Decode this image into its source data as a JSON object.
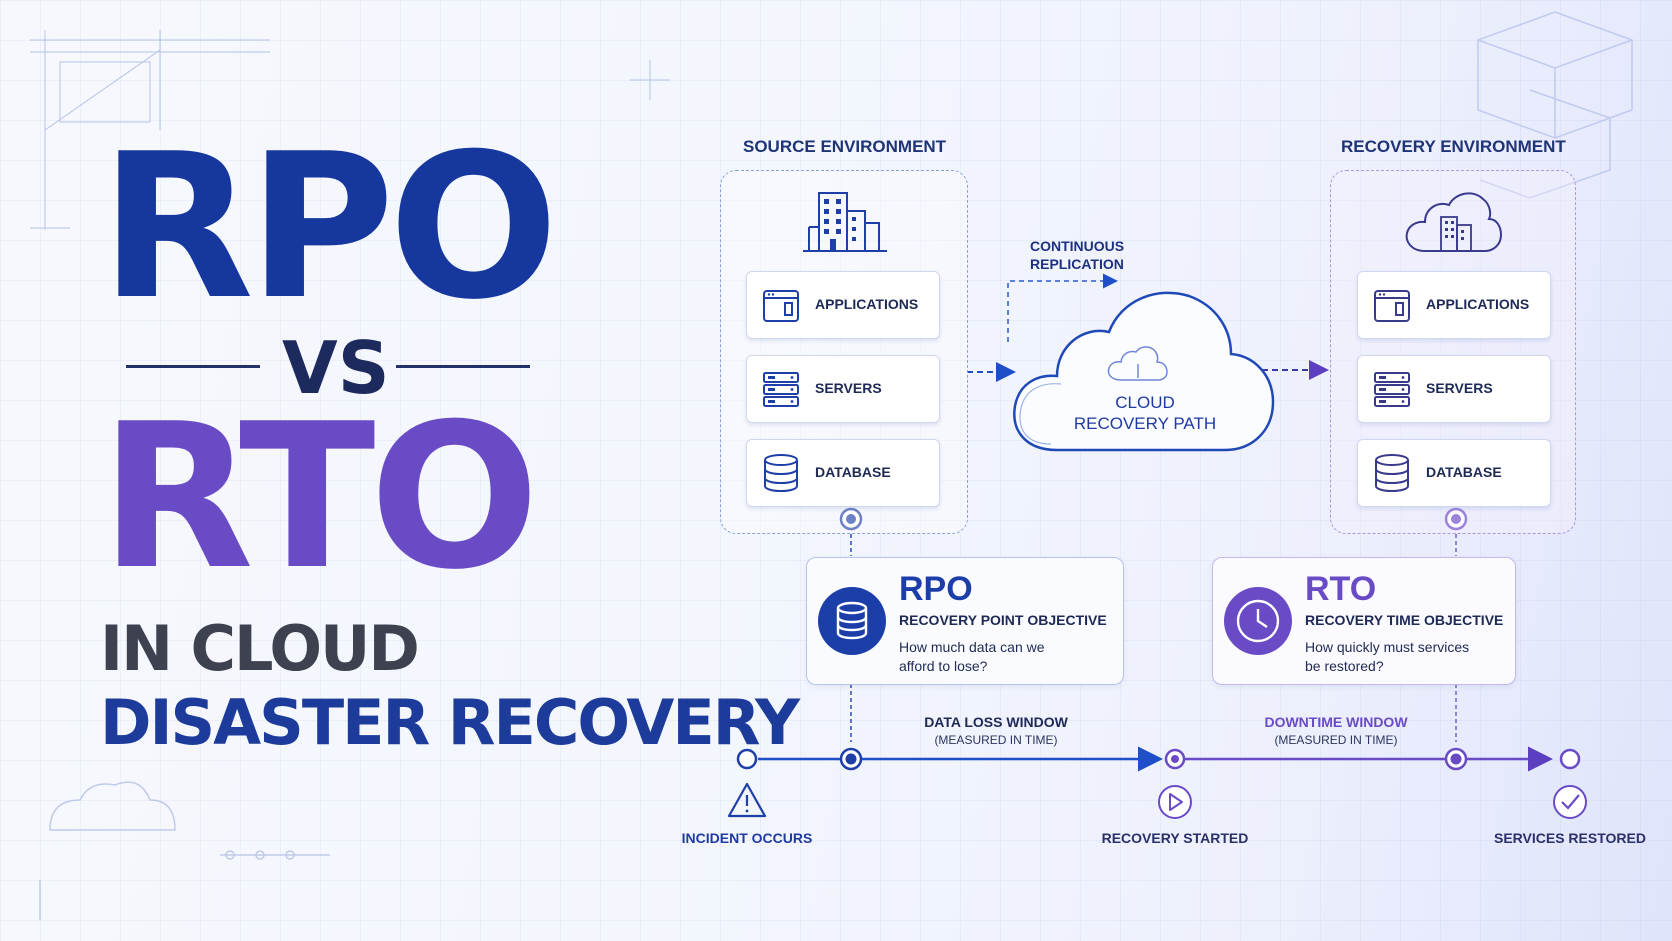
{
  "title": {
    "line1": "RPO",
    "vs": "VS",
    "line2": "RTO",
    "line3": "IN CLOUD",
    "line4": "DISASTER RECOVERY"
  },
  "source_env": {
    "title": "SOURCE ENVIRONMENT",
    "items": [
      {
        "label": "APPLICATIONS",
        "icon": "application-window-icon"
      },
      {
        "label": "SERVERS",
        "icon": "server-rack-icon"
      },
      {
        "label": "DATABASE",
        "icon": "database-icon"
      }
    ]
  },
  "recovery_env": {
    "title": "RECOVERY ENVIRONMENT",
    "items": [
      {
        "label": "APPLICATIONS",
        "icon": "application-window-icon"
      },
      {
        "label": "SERVERS",
        "icon": "server-rack-icon"
      },
      {
        "label": "DATABASE",
        "icon": "database-icon"
      }
    ]
  },
  "replication": {
    "label_line1": "CONTINUOUS",
    "label_line2": "REPLICATION"
  },
  "cloud": {
    "line1": "CLOUD",
    "line2": "RECOVERY PATH"
  },
  "rpo_card": {
    "title": "RPO",
    "subtitle": "RECOVERY POINT OBJECTIVE",
    "question_line1": "How much data can we",
    "question_line2": "afford to lose?"
  },
  "rto_card": {
    "title": "RTO",
    "subtitle": "RECOVERY TIME OBJECTIVE",
    "question_line1": "How quickly must services",
    "question_line2": "be restored?"
  },
  "timeline": {
    "data_loss": {
      "label": "DATA LOSS WINDOW",
      "sub": "(MEASURED IN TIME)"
    },
    "downtime": {
      "label": "DOWNTIME WINDOW",
      "sub": "(MEASURED IN TIME)"
    },
    "events": [
      {
        "label": "INCIDENT OCCURS",
        "icon": "warning-icon"
      },
      {
        "label": "RECOVERY STARTED",
        "icon": "play-icon"
      },
      {
        "label": "SERVICES RESTORED",
        "icon": "checkmark-icon"
      }
    ]
  },
  "colors": {
    "blue": "#16389e",
    "purple": "#6a4bc6",
    "text_dark": "#1e2a55"
  }
}
